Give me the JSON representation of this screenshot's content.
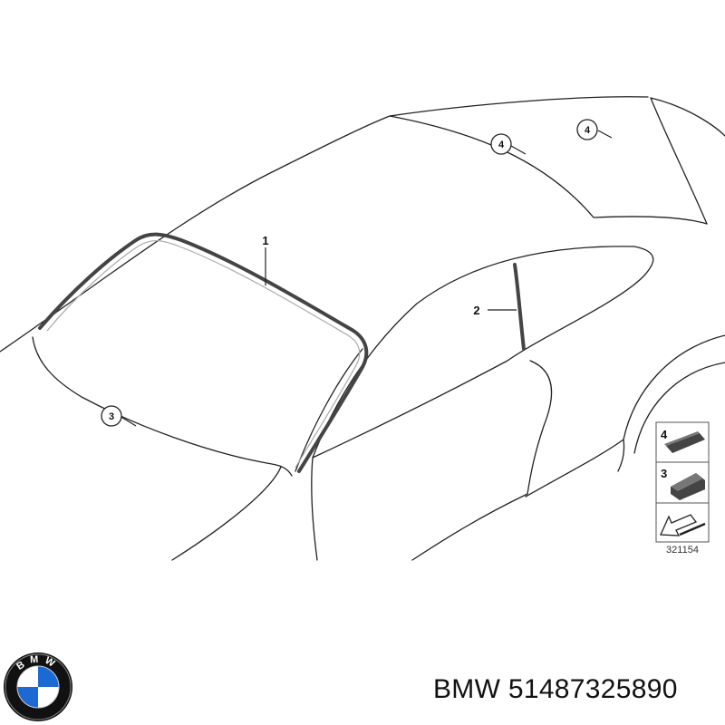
{
  "callouts": {
    "c1": "1",
    "c2": "2",
    "c3": "3",
    "c4a": "4",
    "c4b": "4"
  },
  "legend": {
    "item4": "4",
    "item3": "3"
  },
  "diagram_code": "321154",
  "caption": "BMW 51487325890",
  "logo": {
    "letters": "BMW",
    "colors": {
      "ring": "#111111",
      "blue": "#1c69d4",
      "white": "#ffffff"
    }
  }
}
